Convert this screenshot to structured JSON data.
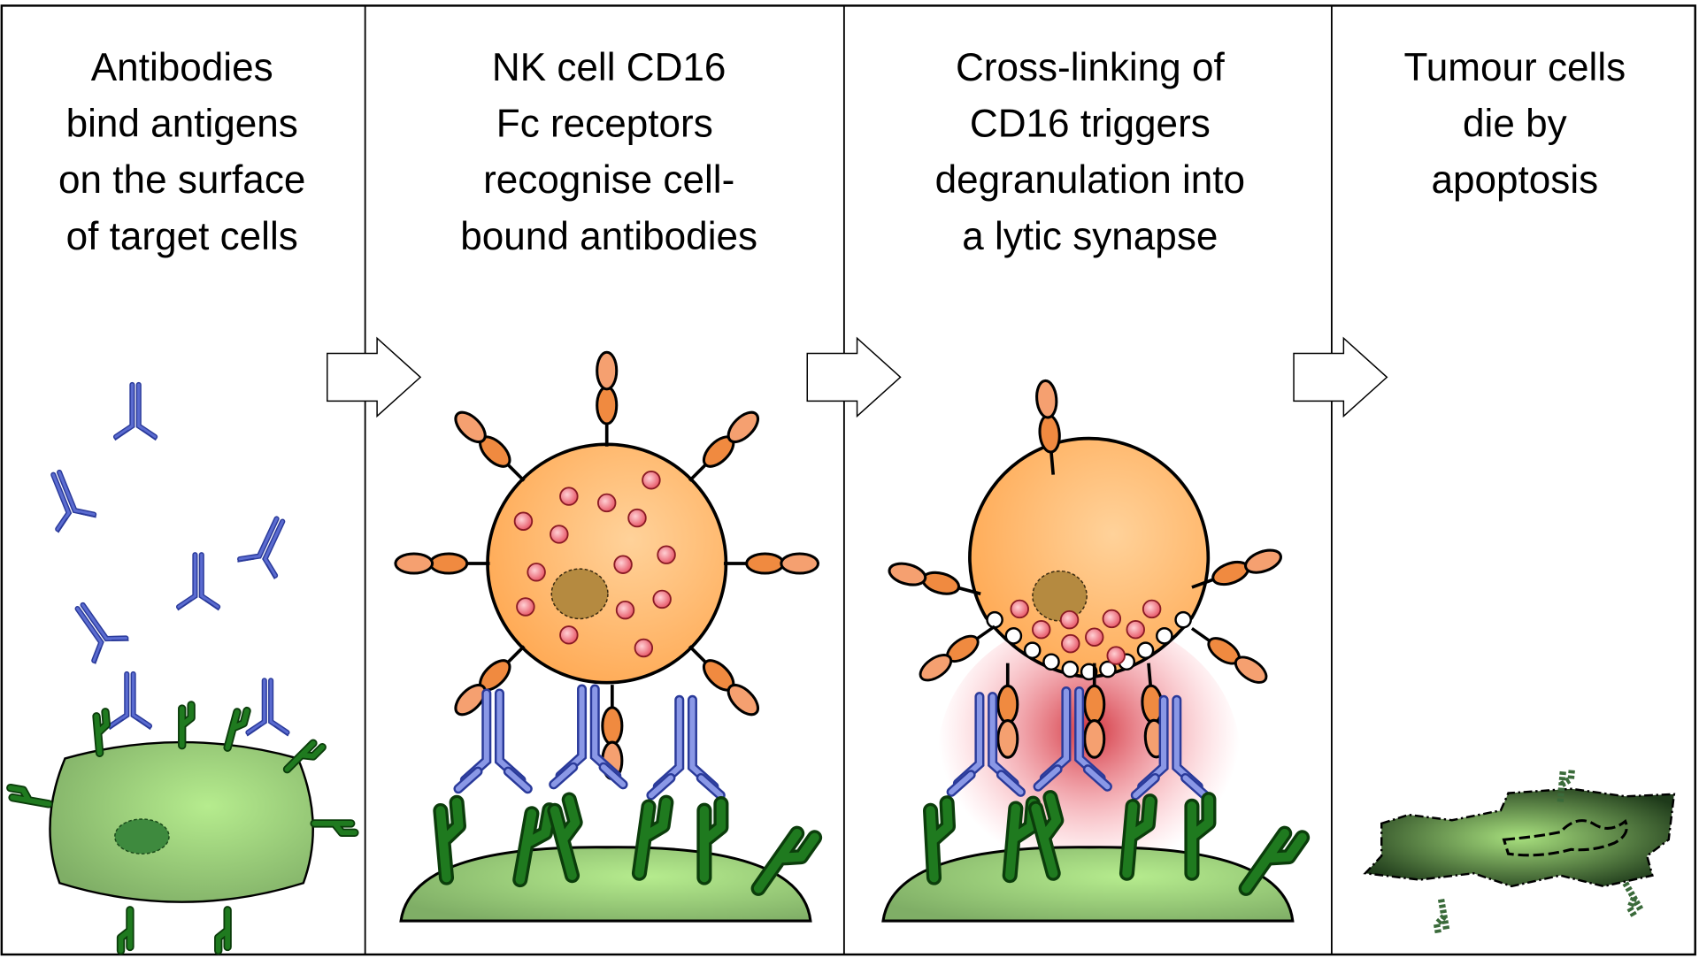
{
  "panels": [
    {
      "caption": [
        "Antibodies",
        "bind antigens",
        "on the surface",
        "of target cells"
      ]
    },
    {
      "caption": [
        "NK cell CD16",
        "Fc receptors",
        "recognise cell-",
        "bound antibodies"
      ]
    },
    {
      "caption": [
        "Cross-linking of",
        "CD16 triggers",
        "degranulation into",
        "a lytic synapse"
      ]
    },
    {
      "caption": [
        "Tumour cells",
        "die by",
        "apoptosis"
      ]
    }
  ],
  "colors": {
    "antibody": "#5a6bd0",
    "antigen": "#1f7a1f",
    "nk_cell": "#ffb866",
    "cd16_receptor": "#f08a40",
    "granule": "#e85a6a",
    "target_cell": "#9ccc7a",
    "synapse_glow": "#d0202a"
  },
  "icons": [
    "right-arrow-icon",
    "antibody-icon",
    "antigen-icon",
    "cd16-receptor-icon",
    "nk-cell",
    "target-cell",
    "apoptotic-cell"
  ]
}
